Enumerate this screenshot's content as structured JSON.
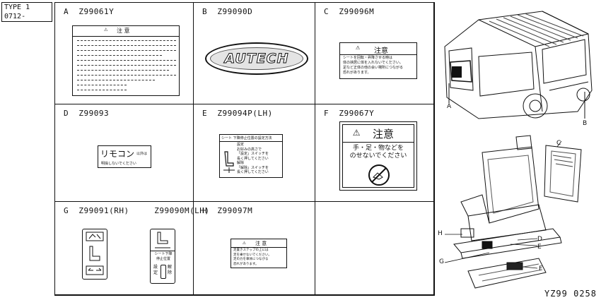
{
  "header": {
    "type_line1": "TYPE 1",
    "type_line2": "0712-"
  },
  "cells": [
    {
      "label": "A  Z99061Y"
    },
    {
      "label": "B  Z99090D"
    },
    {
      "label": "C  Z99096M"
    },
    {
      "label": "D  Z99093"
    },
    {
      "label": "E  Z99094P(LH)"
    },
    {
      "label": "F  Z99067Y"
    },
    {
      "label": "G  Z99091(RH)     Z99090M(LH)"
    },
    {
      "label": "H  Z99097M"
    },
    {
      "label": ""
    }
  ],
  "stickers": {
    "a_title": "注 意",
    "b_logo": "AUTECH",
    "c_title": "注意",
    "c_text": [
      "シートを回転・昇降させる時は",
      "体の挟居に体を入れないでください。",
      "足など正体の他の会い場所につながる",
      "恐れがあります。"
    ],
    "d_main": "リモコン",
    "d_small1": "以外は",
    "d_small2": "明操しないでください",
    "e_title": "シート  下降停止位置の設定方法",
    "e_sub1": "設定",
    "e_sub2": "お好みの高さで",
    "e_sub3": "「設定」スイッチを",
    "e_sub4": "長く押してください",
    "e_sub5": "解除",
    "e_sub6": "「解除」スイッチを",
    "e_sub7": "長く押してください",
    "f_title": "注意",
    "f_line1": "手・足・物などを",
    "f_line2": "のせないでください",
    "g_text1": "シート下降",
    "g_text2": "停止位置",
    "g_text3": "設",
    "g_text4": "定",
    "g_text5": "解",
    "g_text6": "除",
    "h_title": "注 意",
    "h_text": [
      "足置きステップの上には",
      "足を乗せないでください。",
      "足の力を車体につながる",
      "恐れがあります。"
    ]
  },
  "callouts": [
    "A",
    "B",
    "C",
    "H",
    "D",
    "E",
    "G",
    "F"
  ],
  "footer": {
    "code": "YZ99 0258"
  }
}
